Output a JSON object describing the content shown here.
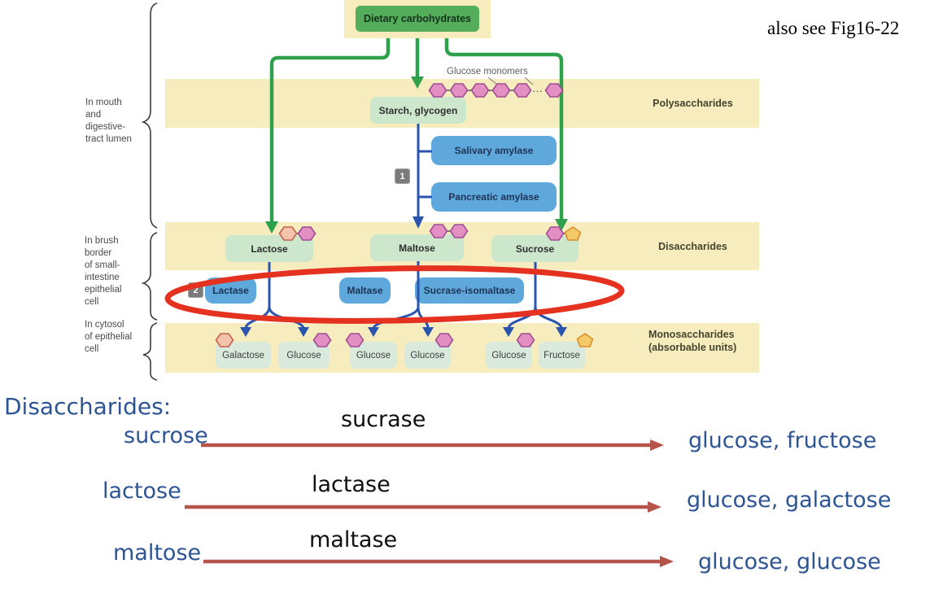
{
  "slide": {
    "see_also": "also see Fig16-22"
  },
  "colors": {
    "band_yellow": "#f7ecbd",
    "source_green": "#54ad5a",
    "substrate_green": "#cde7cc",
    "product_green": "#d9e9dc",
    "enzyme_blue": "#5fa8db",
    "arrow_green": "#2fa14c",
    "arrow_blue": "#2b55ad",
    "annotation_red": "#e5311f",
    "note_arrow_red": "#b6544b",
    "note_text_blue": "#2e5494"
  },
  "icons": {
    "glucose_unit": "pink-hexagon",
    "galactose_unit": "peach-hexagon",
    "fructose_unit": "orange-pentagon"
  },
  "flowchart": {
    "source": "Dietary carbohydrates",
    "glucose_monomers_label": "Glucose monomers",
    "chain_dots": "···",
    "locations": [
      {
        "label": "In mouth\nand\ndigestive-\ntract lumen"
      },
      {
        "label": "In brush\nborder\nof small-\nintestine\nepithelial\ncell"
      },
      {
        "label": "In cytosol\nof epithelial\ncell"
      }
    ],
    "stages": [
      {
        "label": "Polysaccharides"
      },
      {
        "label": "Disaccharides"
      },
      {
        "label": "Monosaccharides\n(absorbable units)"
      }
    ],
    "polysaccharide_box": "Starch, glycogen",
    "step1": "1",
    "step2": "2",
    "lumen_enzymes": [
      "Salivary amylase",
      "Pancreatic amylase"
    ],
    "disaccharides": [
      "Lactose",
      "Maltose",
      "Sucrose"
    ],
    "brush_border_enzymes": [
      "Lactase",
      "Maltase",
      "Sucrase-isomaltase"
    ],
    "monosaccharides": [
      "Galactose",
      "Glucose",
      "Glucose",
      "Glucose",
      "Glucose",
      "Fructose"
    ]
  },
  "notes": {
    "title": "Disaccharides:",
    "reactions": [
      {
        "substrate": "sucrose",
        "enzyme": "sucrase",
        "products": "glucose, fructose"
      },
      {
        "substrate": "lactose",
        "enzyme": "lactase",
        "products": "glucose, galactose"
      },
      {
        "substrate": "maltose",
        "enzyme": "maltase",
        "products": "glucose, glucose"
      }
    ]
  }
}
